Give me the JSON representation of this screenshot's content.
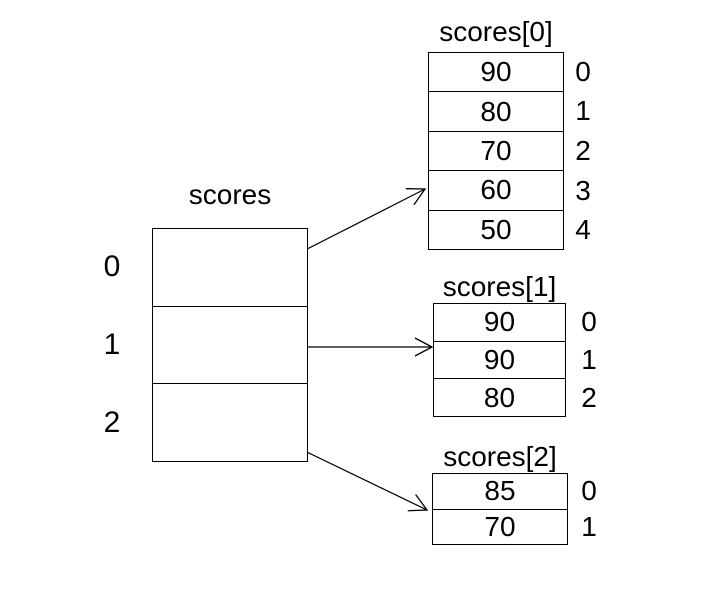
{
  "colors": {
    "background": "#ffffff",
    "line": "#000000",
    "text": "#000000"
  },
  "main_array": {
    "title": "scores",
    "indices": [
      "0",
      "1",
      "2"
    ]
  },
  "sub_arrays": [
    {
      "title": "scores[0]",
      "values": [
        "90",
        "80",
        "70",
        "60",
        "50"
      ],
      "indices": [
        "0",
        "1",
        "2",
        "3",
        "4"
      ]
    },
    {
      "title": "scores[1]",
      "values": [
        "90",
        "90",
        "80"
      ],
      "indices": [
        "0",
        "1",
        "2"
      ]
    },
    {
      "title": "scores[2]",
      "values": [
        "85",
        "70"
      ],
      "indices": [
        "0",
        "1"
      ]
    }
  ]
}
